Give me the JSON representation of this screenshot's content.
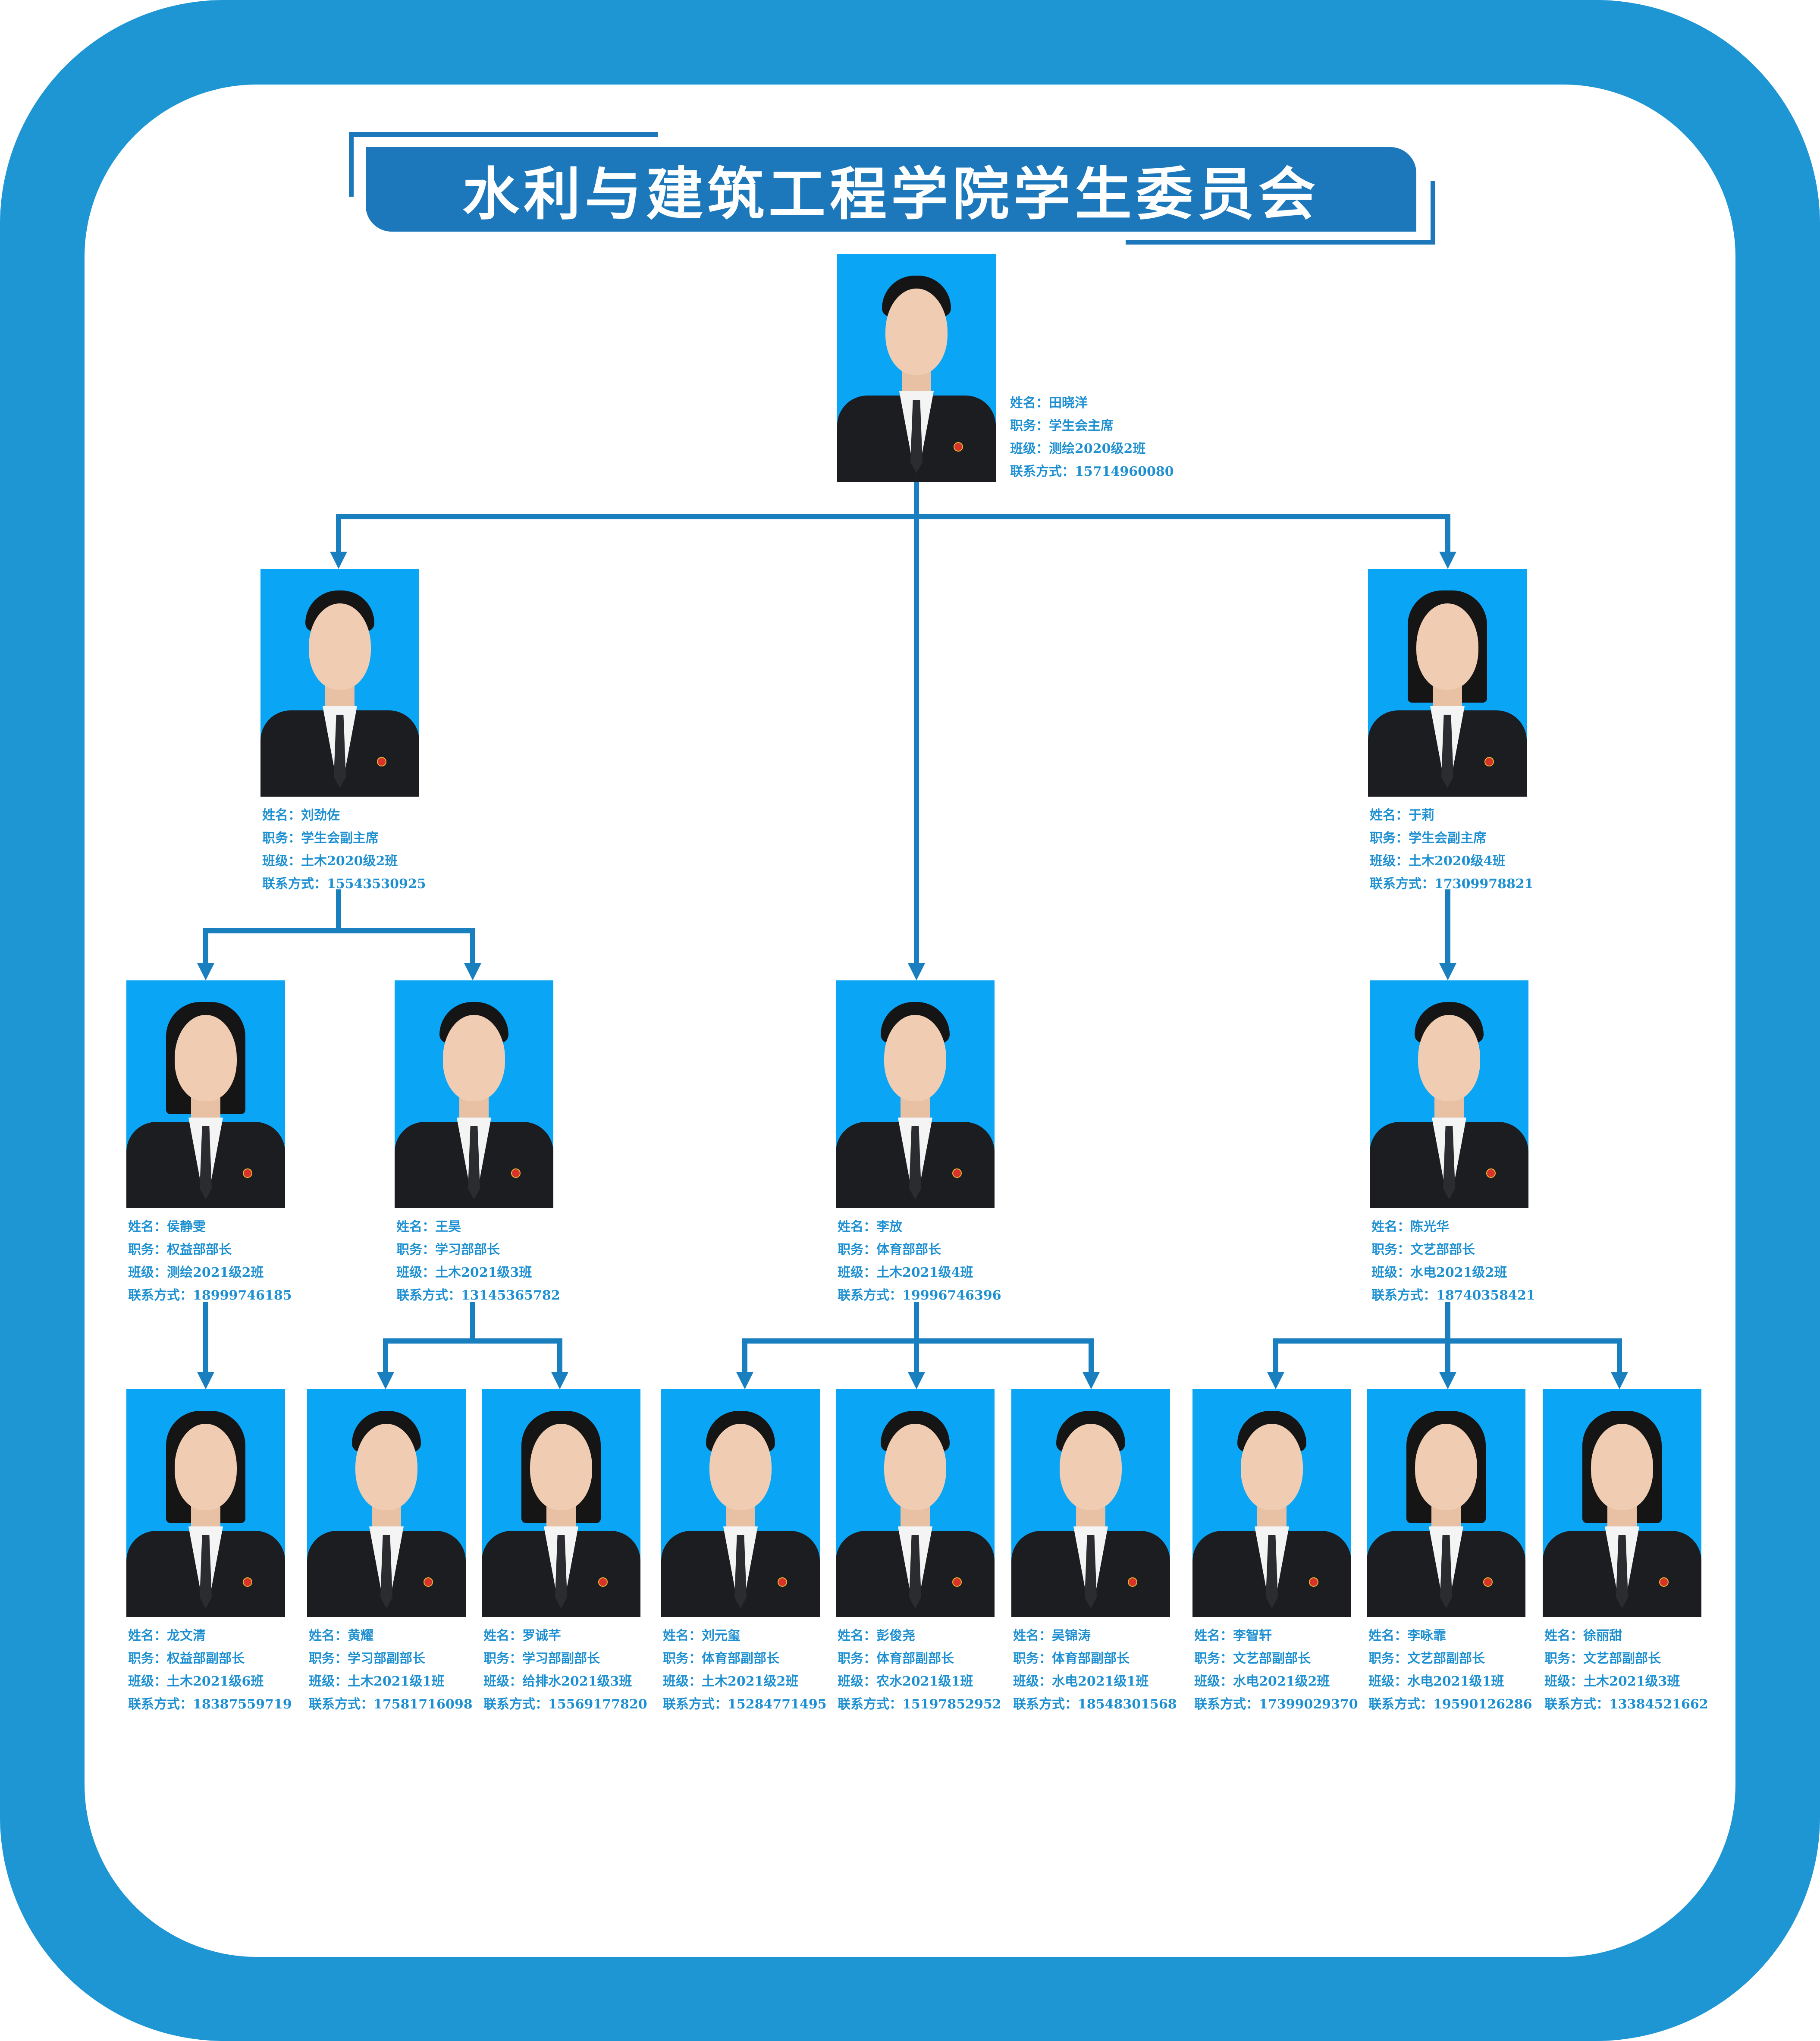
{
  "title": "水利与建筑工程学院学生委员会",
  "labels": {
    "name": "姓名：",
    "role": "职务：",
    "class": "班级：",
    "phone": "联系方式："
  },
  "colors": {
    "frame": "#1e96d4",
    "banner": "#1c78bb",
    "connector": "#1a7fbf",
    "text": "#1e90d2",
    "photo_bg": "#0aa5f5"
  },
  "members": [
    {
      "name": "田晓洋",
      "role": "学生会主席",
      "class": "测绘2020级2班",
      "phone": "15714960080",
      "gender": "m"
    },
    {
      "name": "刘劲佐",
      "role": "学生会副主席",
      "class": "土木2020级2班",
      "phone": "15543530925",
      "gender": "m"
    },
    {
      "name": "于莉",
      "role": "学生会副主席",
      "class": "土木2020级4班",
      "phone": "17309978821",
      "gender": "f"
    },
    {
      "name": "侯静雯",
      "role": "权益部部长",
      "class": "测绘2021级2班",
      "phone": "18999746185",
      "gender": "f"
    },
    {
      "name": "王昊",
      "role": "学习部部长",
      "class": "土木2021级3班",
      "phone": "13145365782",
      "gender": "m"
    },
    {
      "name": "李放",
      "role": "体育部部长",
      "class": "土木2021级4班",
      "phone": "19996746396",
      "gender": "m"
    },
    {
      "name": "陈光华",
      "role": "文艺部部长",
      "class": "水电2021级2班",
      "phone": "18740358421",
      "gender": "m"
    },
    {
      "name": "龙文清",
      "role": "权益部副部长",
      "class": "土木2021级6班",
      "phone": "18387559719",
      "gender": "f"
    },
    {
      "name": "黄耀",
      "role": "学习部副部长",
      "class": "土木2021级1班",
      "phone": "17581716098",
      "gender": "m"
    },
    {
      "name": "罗诚芊",
      "role": "学习部副部长",
      "class": "给排水2021级3班",
      "phone": "15569177820",
      "gender": "f"
    },
    {
      "name": "刘元玺",
      "role": "体育部副部长",
      "class": "土木2021级2班",
      "phone": "15284771495",
      "gender": "m"
    },
    {
      "name": "彭俊尧",
      "role": "体育部副部长",
      "class": "农水2021级1班",
      "phone": "15197852952",
      "gender": "m"
    },
    {
      "name": "吴锦涛",
      "role": "体育部副部长",
      "class": "水电2021级1班",
      "phone": "18548301568",
      "gender": "m"
    },
    {
      "name": "李智轩",
      "role": "文艺部副部长",
      "class": "水电2021级2班",
      "phone": "17399029370",
      "gender": "m"
    },
    {
      "name": "李咏霏",
      "role": "文艺部副部长",
      "class": "水电2021级1班",
      "phone": "19590126286",
      "gender": "f"
    },
    {
      "name": "徐丽甜",
      "role": "文艺部副部长",
      "class": "土木2021级3班",
      "phone": "13384521662",
      "gender": "f"
    }
  ]
}
